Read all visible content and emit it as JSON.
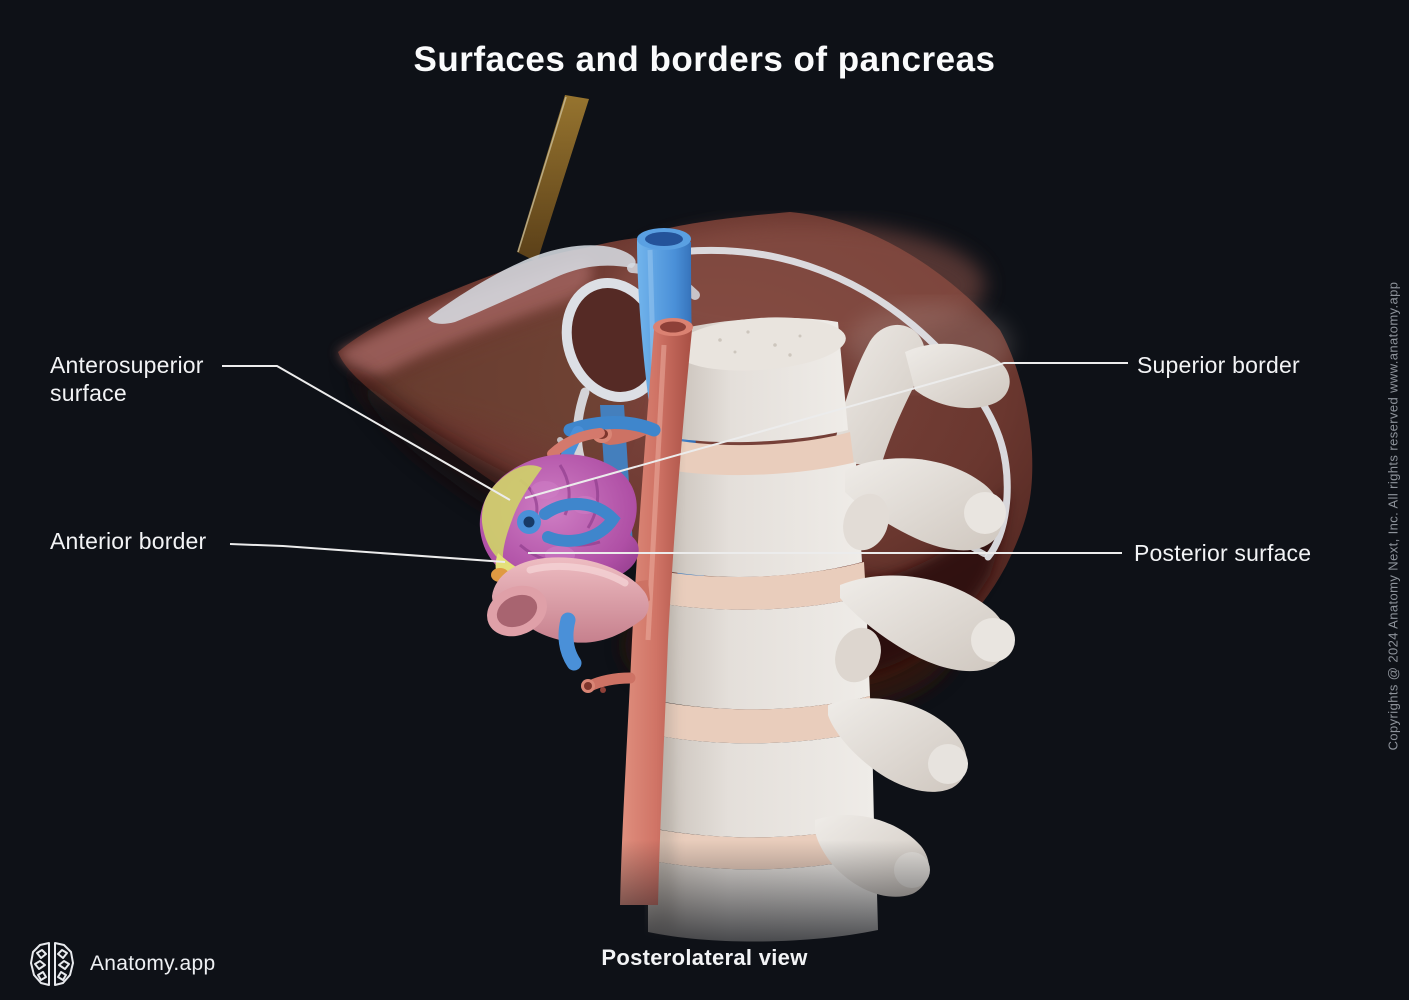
{
  "title": "Surfaces and borders of pancreas",
  "caption": "Posterolateral view",
  "branding": {
    "app_name": "Anatomy.app",
    "logo_icon": "brain-logo"
  },
  "copyright": "Copyrights @ 2024 Anatomy Next, Inc. All rights reserved www.anatomy.app",
  "labels": {
    "anterosuperior_surface": "Anterosuperior surface",
    "anterior_border": "Anterior border",
    "superior_border": "Superior border",
    "posterior_surface": "Posterior surface"
  },
  "illustration": {
    "type": "3d-anatomy-render",
    "structures": [
      "liver",
      "pancreas",
      "duodenum",
      "vertebral column",
      "abdominal aorta",
      "inferior vena cava",
      "portal vein",
      "falciform ligament"
    ]
  },
  "colors": {
    "background": "#0e1117",
    "label_text": "#f2f3f5",
    "copyright_text": "#8e939b",
    "leader_line": "#ececec",
    "liver": "#6e3c36",
    "bone": "#ddd8d2",
    "artery": "#d4796c",
    "vein": "#4a90d8",
    "pancreas": "#b457ab",
    "pancreas_highlight": "#d8d56e",
    "duodenum": "#dfa0a8"
  }
}
